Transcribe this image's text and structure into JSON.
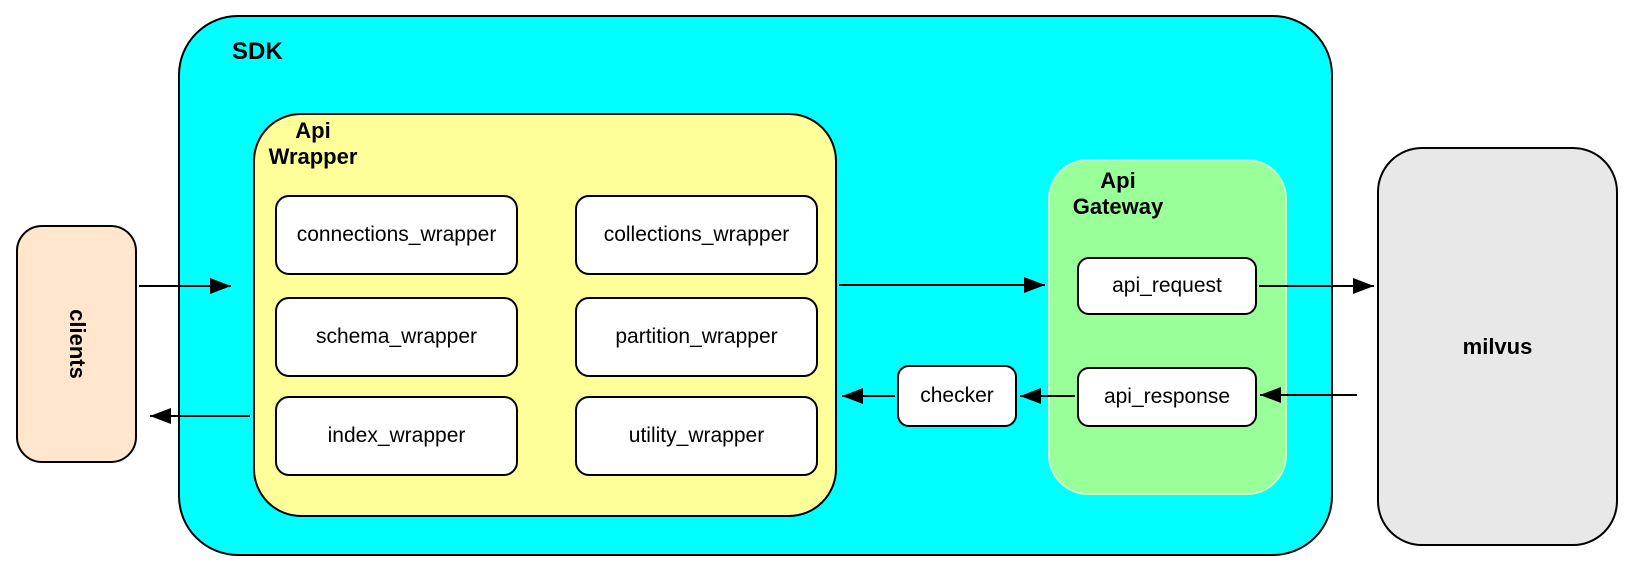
{
  "diagram": {
    "clients": {
      "label": "clients"
    },
    "sdk": {
      "label": "SDK"
    },
    "api_wrapper": {
      "label_line1": "Api",
      "label_line2": "Wrapper",
      "boxes": [
        {
          "label": "connections_wrapper"
        },
        {
          "label": "collections_wrapper"
        },
        {
          "label": "schema_wrapper"
        },
        {
          "label": "partition_wrapper"
        },
        {
          "label": "index_wrapper"
        },
        {
          "label": "utility_wrapper"
        }
      ]
    },
    "checker": {
      "label": "checker"
    },
    "api_gateway": {
      "label_line1": "Api",
      "label_line2": "Gateway",
      "request": {
        "label": "api_request"
      },
      "response": {
        "label": "api_response"
      }
    },
    "milvus": {
      "label": "milvus"
    },
    "colors": {
      "sdk_fill": "#00ffff",
      "api_wrapper_fill": "#ffff99",
      "api_gateway_fill": "#99ff99",
      "clients_fill": "#ffe6cc",
      "milvus_fill": "#e8e8e8",
      "inner_box_fill": "#ffffff",
      "border": "#000000"
    }
  }
}
